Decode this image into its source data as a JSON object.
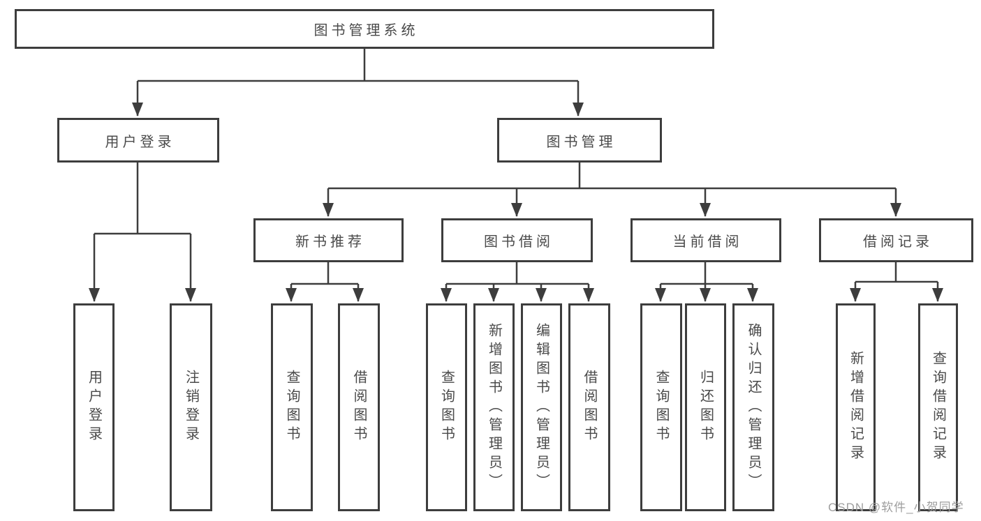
{
  "tree": {
    "label": "图书管理系统",
    "children": [
      {
        "label": "用户登录",
        "children": [
          {
            "label": "用户登录"
          },
          {
            "label": "注销登录"
          }
        ]
      },
      {
        "label": "图书管理",
        "children": [
          {
            "label": "新书推荐",
            "children": [
              {
                "label": "查询图书"
              },
              {
                "label": "借阅图书"
              }
            ]
          },
          {
            "label": "图书借阅",
            "children": [
              {
                "label": "查询图书"
              },
              {
                "label": "新增图书（管理员）"
              },
              {
                "label": "编辑图书（管理员）"
              },
              {
                "label": "借阅图书"
              }
            ]
          },
          {
            "label": "当前借阅",
            "children": [
              {
                "label": "查询图书"
              },
              {
                "label": "归还图书"
              },
              {
                "label": "确认归还（管理员）"
              }
            ]
          },
          {
            "label": "借阅记录",
            "children": [
              {
                "label": "新增借阅记录"
              },
              {
                "label": "查询借阅记录"
              }
            ]
          }
        ]
      }
    ]
  },
  "watermark": {
    "text": "CSDN @软件_小贺同学"
  },
  "colors": {
    "line": "#3d3d3d",
    "text": "#4a4a4a",
    "watermark_text": "#9e9e9e",
    "background": "#ffffff"
  }
}
